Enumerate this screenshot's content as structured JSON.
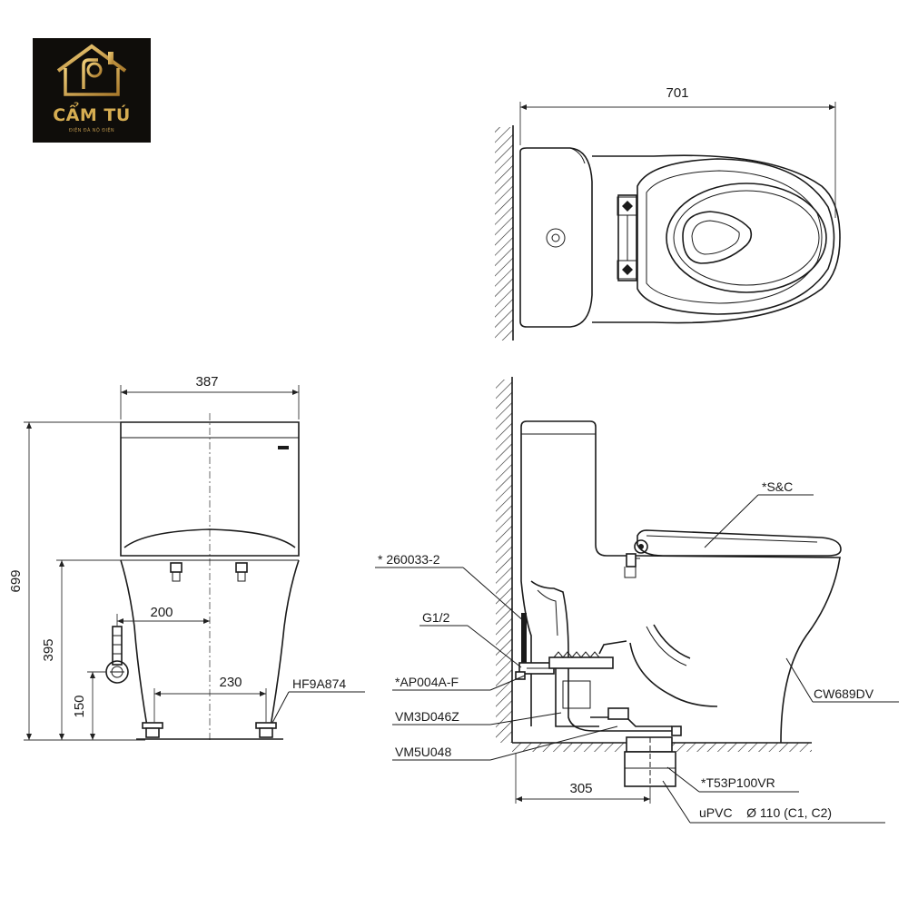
{
  "logo": {
    "name": "CẨM TÚ",
    "tagline": "ĐIỆN ĐÀ NỘ ĐIỆN"
  },
  "dimensions": {
    "top_width": "701",
    "front_width": "387",
    "total_height": "699",
    "inlet_height": "395",
    "inlet_offset": "200",
    "floor_inlet_height": "150",
    "bolt_spacing": "230",
    "rough_in": "305"
  },
  "parts": {
    "seat": "*S&C",
    "valve": "* 260033-2",
    "thread": "G1/2",
    "angle_valve": "*AP004A-F",
    "bolt_kit": "HF9A874",
    "bowl": "CW689DV",
    "part_vm3": "VM3D046Z",
    "part_vm5": "VM5U048",
    "flange": "*T53P100VR",
    "pipe": "uPVC    Ø 110 (C1, C2)"
  }
}
